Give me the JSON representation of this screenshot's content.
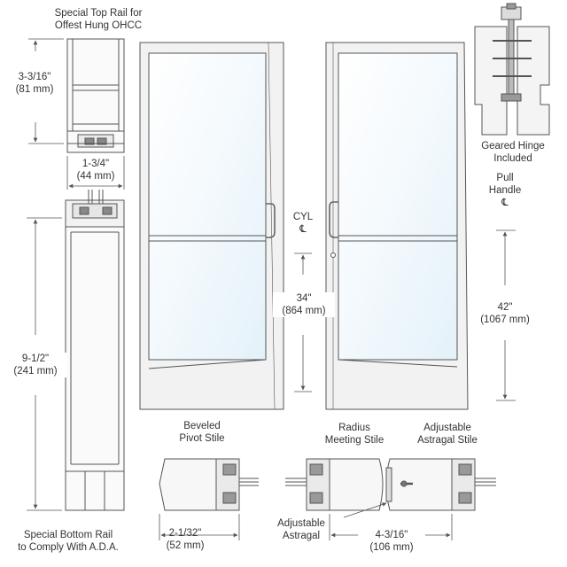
{
  "labels": {
    "top_rail_title": [
      "Special Top Rail for",
      "Offest Hung OHCC"
    ],
    "top_rail_height": [
      "3-3/16\"",
      "(81 mm)"
    ],
    "rail_depth": [
      "1-3/4\"",
      "(44 mm)"
    ],
    "bottom_rail_height": [
      "9-1/2\"",
      "(241 mm)"
    ],
    "bottom_rail_title": [
      "Special Bottom Rail",
      "to Comply With A.D.A."
    ],
    "cyl": [
      "CYL",
      "℄"
    ],
    "cyl_height": [
      "34\"",
      "(864 mm)"
    ],
    "geared_hinge": [
      "Geared Hinge",
      "Included"
    ],
    "pull_handle": [
      "Pull",
      "Handle",
      "℄"
    ],
    "pull_height": [
      "42\"",
      "(1067 mm)"
    ],
    "beveled_pivot": [
      "Beveled",
      "Pivot Stile"
    ],
    "pivot_width": [
      "2-1/32\"",
      "(52 mm)"
    ],
    "radius_meeting": [
      "Radius",
      "Meeting Stile"
    ],
    "adjustable_astragal_stile": [
      "Adjustable",
      "Astragal Stile"
    ],
    "adjustable_astragal": [
      "Adjustable",
      "Astragal"
    ],
    "meeting_width": [
      "4-3/16\"",
      "(106 mm)"
    ]
  },
  "colors": {
    "line": "#555555",
    "frame_fill": "#f2f2f2",
    "glass_fill": "#eef6fc",
    "profile_fill": "#f7f7f7",
    "dark": "#333333"
  }
}
